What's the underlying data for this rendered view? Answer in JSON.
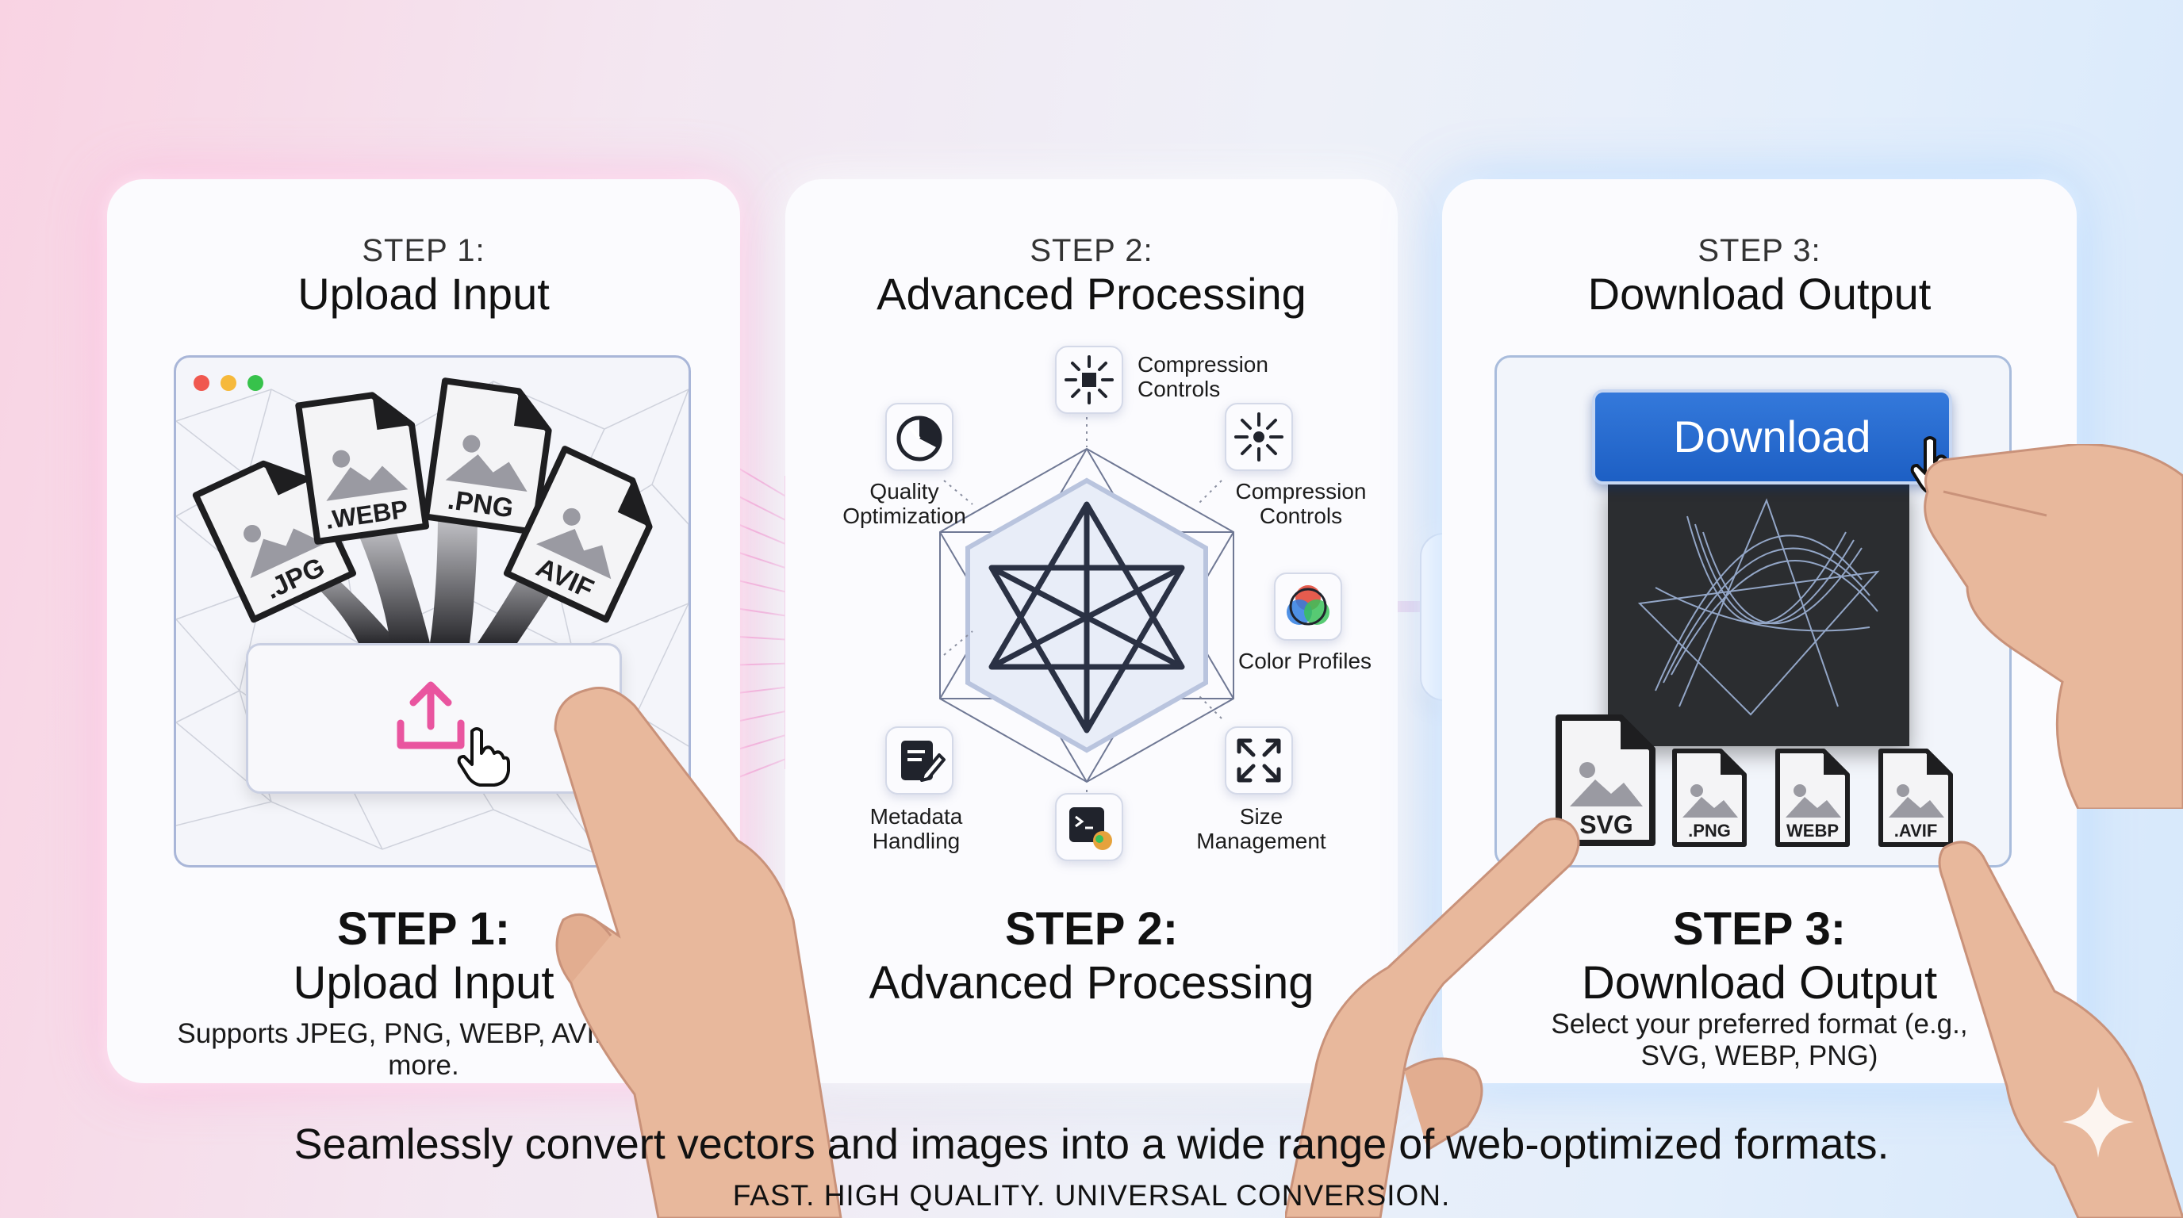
{
  "steps": [
    {
      "step_label": "STEP 1:",
      "title": "Upload Input",
      "description": "Supports JPEG, PNG, WEBP, AVIF, and more."
    },
    {
      "step_label": "STEP 2:",
      "title": "Advanced Processing",
      "description": ""
    },
    {
      "step_label": "STEP 3:",
      "title": "Download Output",
      "description": "Select your preferred format (e.g., SVG, WEBP, PNG)"
    }
  ],
  "upload_files": [
    ".JPG",
    ".WEBP",
    ".PNG",
    "AVIF"
  ],
  "features": {
    "compression_top": "Compression Controls",
    "compression_right": "Compression Controls",
    "quality": "Quality Optimization",
    "color": "Color Profiles",
    "metadata": "Metadata Handling",
    "size": "Size Management"
  },
  "download": {
    "button_label": "Download"
  },
  "output_formats": [
    "SVG",
    ".PNG",
    "WEBP",
    ".AVIF"
  ],
  "footer": {
    "tagline": "Seamlessly convert vectors and images into a wide range of web-optimized formats.",
    "subtagline": "FAST. HIGH QUALITY. UNIVERSAL CONVERSION."
  },
  "colors": {
    "accent_pink": "#e9559f",
    "accent_blue": "#2067d0",
    "window_red": "#f0584f",
    "window_yellow": "#f6b93b",
    "window_green": "#37c24b"
  },
  "icons": [
    "upload-icon",
    "cursor-hand-icon",
    "star-of-david-icon",
    "compression-icon",
    "quality-gauge-icon",
    "color-profile-icon",
    "metadata-edit-icon",
    "size-expand-icon",
    "swap-arrows-icon",
    "image-file-icon"
  ]
}
